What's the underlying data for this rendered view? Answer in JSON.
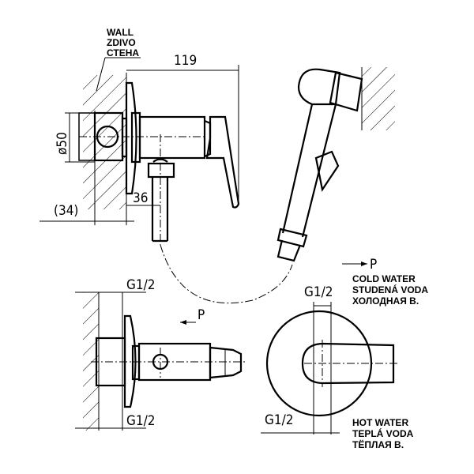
{
  "labels": {
    "wall": [
      "WALL",
      "ZDIVO",
      "СТЕНА"
    ],
    "cold_water": [
      "COLD WATER",
      "STUDENÁ VODA",
      "ХОЛОДНАЯ В."
    ],
    "hot_water": [
      "HOT WATER",
      "TEPLÁ VODA",
      "ТЁПЛАЯ В."
    ],
    "pressure": "P"
  },
  "dimensions": {
    "length": "119",
    "diameter": "ø50",
    "depth": "(34)",
    "offset": "36",
    "thread_top_left": "G1/2",
    "thread_bottom_left": "G1/2",
    "thread_top_right": "G1/2",
    "thread_bottom_right": "G1/2",
    "pressure_left": "P"
  }
}
